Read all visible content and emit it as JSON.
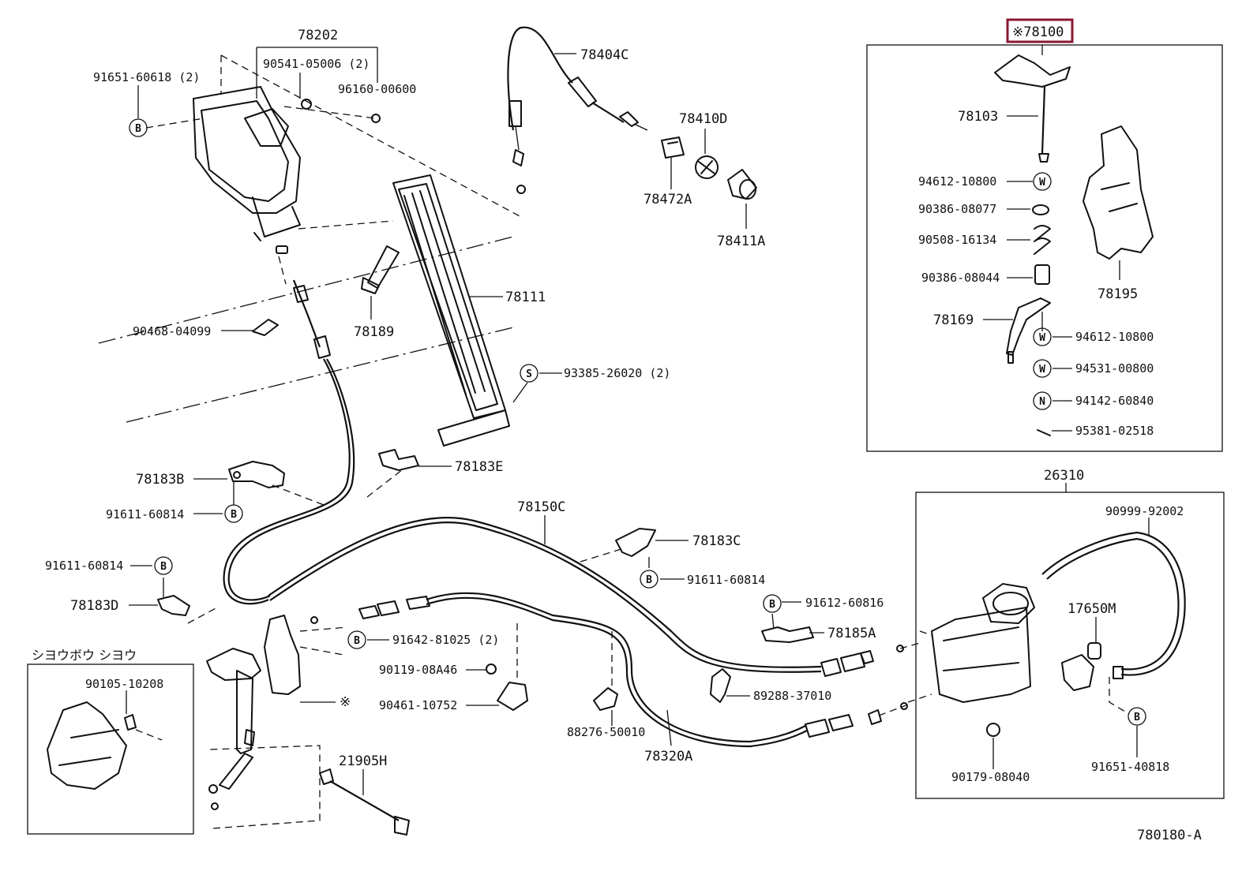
{
  "diagram": {
    "code": "780180-A",
    "highlighted_part": "※78100",
    "note_label": "シヨウボウ シヨウ",
    "asterisk_mark": "※",
    "symbols": {
      "bolt": "B",
      "screw": "S",
      "washer": "W",
      "nut": "N"
    },
    "parts": {
      "p78202": "78202",
      "p91651_60618": "91651-60618 (2)",
      "p90541": "90541-05006 (2)",
      "p96160": "96160-00600",
      "p78404C": "78404C",
      "p78410D": "78410D",
      "p78472A": "78472A",
      "p78411A": "78411A",
      "p78111": "78111",
      "p78189": "78189",
      "p90468": "90468-04099",
      "p93385": "93385-26020 (2)",
      "p78183E": "78183E",
      "p78183B": "78183B",
      "p91611_a": "91611-60814",
      "p78150C": "78150C",
      "p78183C": "78183C",
      "p91611_b": "91611-60814",
      "p91611_c": "91611-60814",
      "p78183D": "78183D",
      "p91612": "91612-60816",
      "p78185A": "78185A",
      "p91642": "91642-81025 (2)",
      "p90119": "90119-08A46",
      "p90461": "90461-10752",
      "p88276": "88276-50010",
      "p89288": "89288-37010",
      "p78320A": "78320A",
      "p21905H": "21905H",
      "p90105": "90105-10208",
      "p78103": "78103",
      "p94612_a": "94612-10800",
      "p90386_a": "90386-08077",
      "p90508": "90508-16134",
      "p90386_b": "90386-08044",
      "p78169": "78169",
      "p94612_b": "94612-10800",
      "p94531": "94531-00800",
      "p94142": "94142-60840",
      "p95381": "95381-02518",
      "p78195": "78195",
      "p26310": "26310",
      "p90999": "90999-92002",
      "p17650M": "17650M",
      "p90179": "90179-08040",
      "p91651_40818": "91651-40818"
    }
  }
}
